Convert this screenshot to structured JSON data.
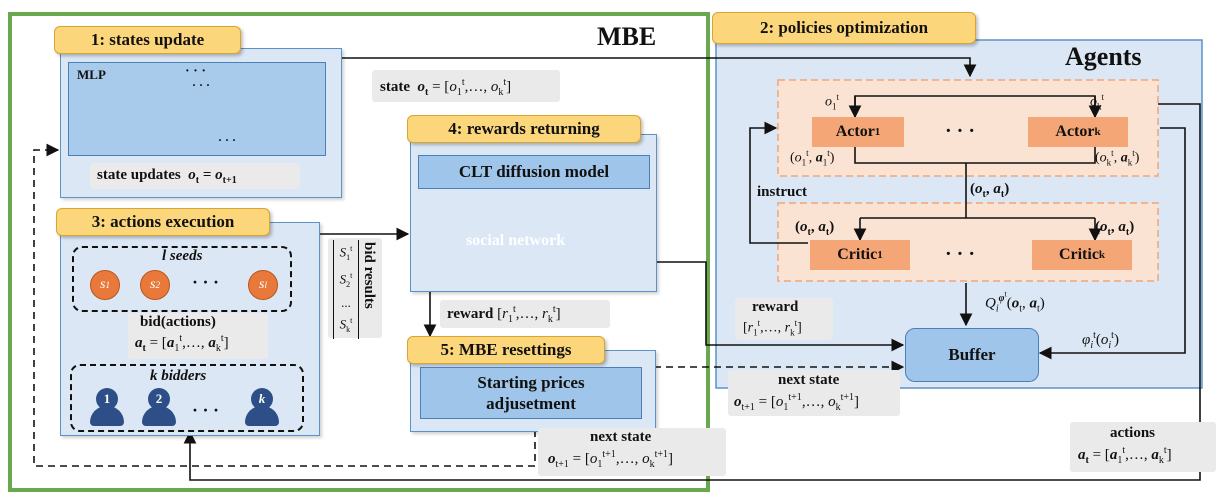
{
  "mbe_title": "MBE",
  "agents_title": "Agents",
  "tags": {
    "states_update": "1:  states update",
    "policies_optimization": "2:  policies optimization",
    "actions_execution": "3:  actions execution",
    "rewards_returning": "4:  rewards returning",
    "mbe_resettings": "5:  MBE resettings"
  },
  "mlp": {
    "label": "MLP",
    "dots_top": "· · ·",
    "dots_mid": "· · ·",
    "dots_bottom": "· · ·",
    "state_updates_label": "state updates",
    "state_updates_formula": "o_t = o_{t+1}"
  },
  "state": {
    "label": "state",
    "formula": "o_t = [o_1^t, …, o_k^t]"
  },
  "seeds": {
    "title": "l seeds",
    "items": [
      "s1",
      "s2",
      "sl"
    ],
    "dots": "· · ·"
  },
  "bid": {
    "label": "bid(actions)",
    "formula": "a_t = [a_1^t, …, a_k^t]"
  },
  "bidders": {
    "title": "k bidders",
    "items": [
      "1",
      "2",
      "k"
    ],
    "dots": "· · ·"
  },
  "bid_results": {
    "label": "bid results",
    "items": [
      "S1t",
      "S2t",
      "...",
      "Skt"
    ]
  },
  "clt_model": "CLT diffusion model",
  "social_network": "social network",
  "reward_mid": {
    "label": "reward",
    "formula": "[r_1^t, …, r_k^t]"
  },
  "starting_prices": {
    "line1": "Starting prices",
    "line2": "adjusetment"
  },
  "next_state_bottom": {
    "label": "next state",
    "formula": "o_{t+1} = [o_1^{t+1}, …, o_k^{t+1}]"
  },
  "actors": {
    "left": "Actor1",
    "right": "Actork",
    "dots": "· · ·",
    "o1": "o1t",
    "ok": "okt",
    "in_left": "(o1t, a1t)",
    "in_right": "(okt, akt)"
  },
  "instruct": "instruct",
  "joint": "(ot, at)",
  "critics": {
    "left": "Critic1",
    "right": "Critick",
    "dots": "· · ·",
    "in_left": "(ot, at)",
    "in_right": "(ot, at)"
  },
  "q_value": "Qi(ot, at)",
  "buffer": "Buffer",
  "reward_right": {
    "label": "reward",
    "formula": "[r_1^t, …, r_k^t]"
  },
  "phi": "φi(oit)",
  "next_state_right": {
    "label": "next state",
    "formula": "o_{t+1} = [o_1^{t+1}, …, o_k^{t+1}]"
  },
  "actions": {
    "label": "actions",
    "formula": "a_t = [a_1^t, …, a_k^t]"
  },
  "colors": {
    "green_frame": "#6aa84f",
    "tag_fill": "#fcd67b",
    "panel_fill": "#dbe7f4",
    "box_fill": "#9fc6ea",
    "actor_fill": "#f4a677",
    "seed_fill": "#e8793a",
    "bidder_fill": "#2d4e86"
  }
}
